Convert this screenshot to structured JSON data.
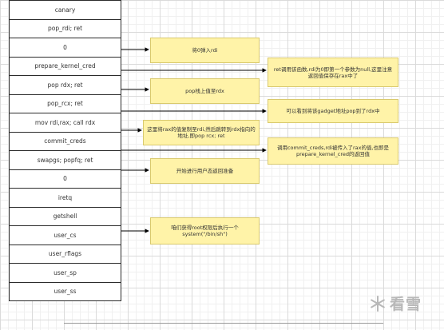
{
  "stack_rows": [
    "canary",
    "pop_rdi; ret",
    "0",
    "prepare_kernel_cred",
    "pop rdx; ret",
    "pop_rcx; ret",
    "mov rdi,rax; call rdx",
    "commit_creds",
    "swapgs; popfq; ret",
    "0",
    "iretq",
    "getshell",
    "user_cs",
    "user_rflags",
    "user_sp",
    "user_ss"
  ],
  "notes": [
    "将0弹入rdi",
    "ret调用该函数,rdi为0即第一个参数为null,这里注意返回值保存在rax中了",
    "pop栈上值至rdx",
    "可以看到将该gadget地址pop到了rdx中",
    "这里将rax的值复制至rdi,然后跳转到rdx指向的地址,即pop rcx; ret",
    "调用commit_creds,rdi被传入了rax的值,也即是prepare_kernel_cred的返回值",
    "开始进行用户态返回准备",
    "咱们获得root权限后执行一个system(\"/bin/sh\")"
  ],
  "watermark": "看雪",
  "colors": {
    "note_fill": "#fff3a8",
    "note_border": "#d9c96e",
    "cell_border": "#2b2b2b",
    "arrow": "#000000"
  }
}
